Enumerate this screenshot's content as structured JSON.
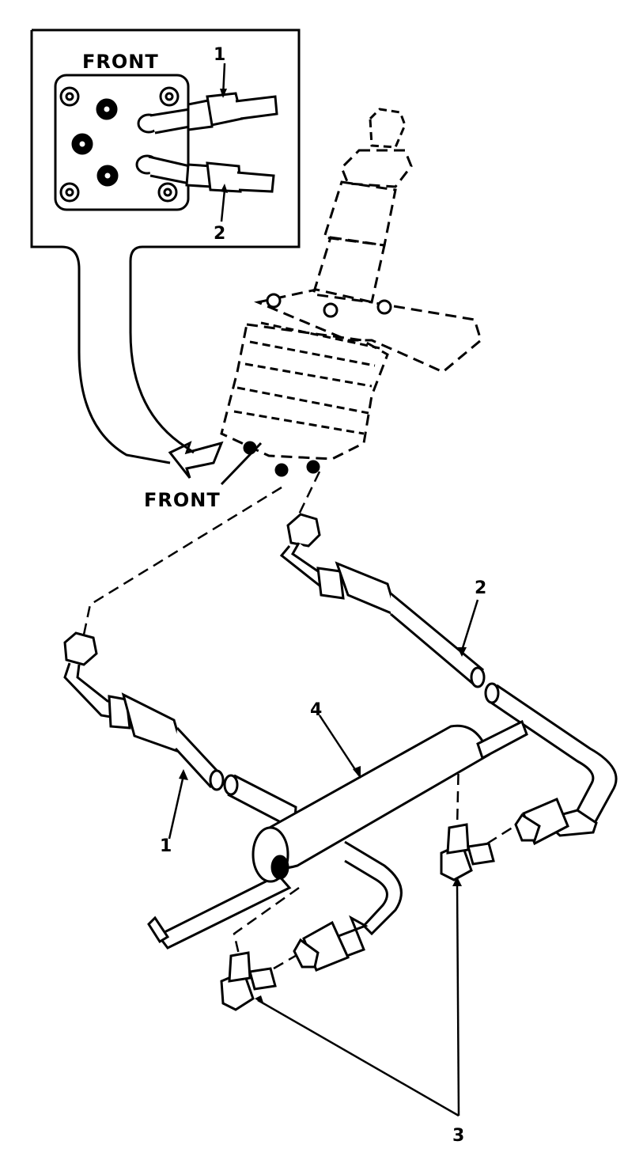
{
  "labels": {
    "inset_front": "FRONT",
    "main_front": "FRONT",
    "inset_callout_1": "1",
    "inset_callout_2": "2",
    "callout_2": "2",
    "callout_4": "4",
    "callout_1": "1",
    "callout_3": "3"
  },
  "colors": {
    "ink": "#000000",
    "paper": "#ffffff"
  }
}
